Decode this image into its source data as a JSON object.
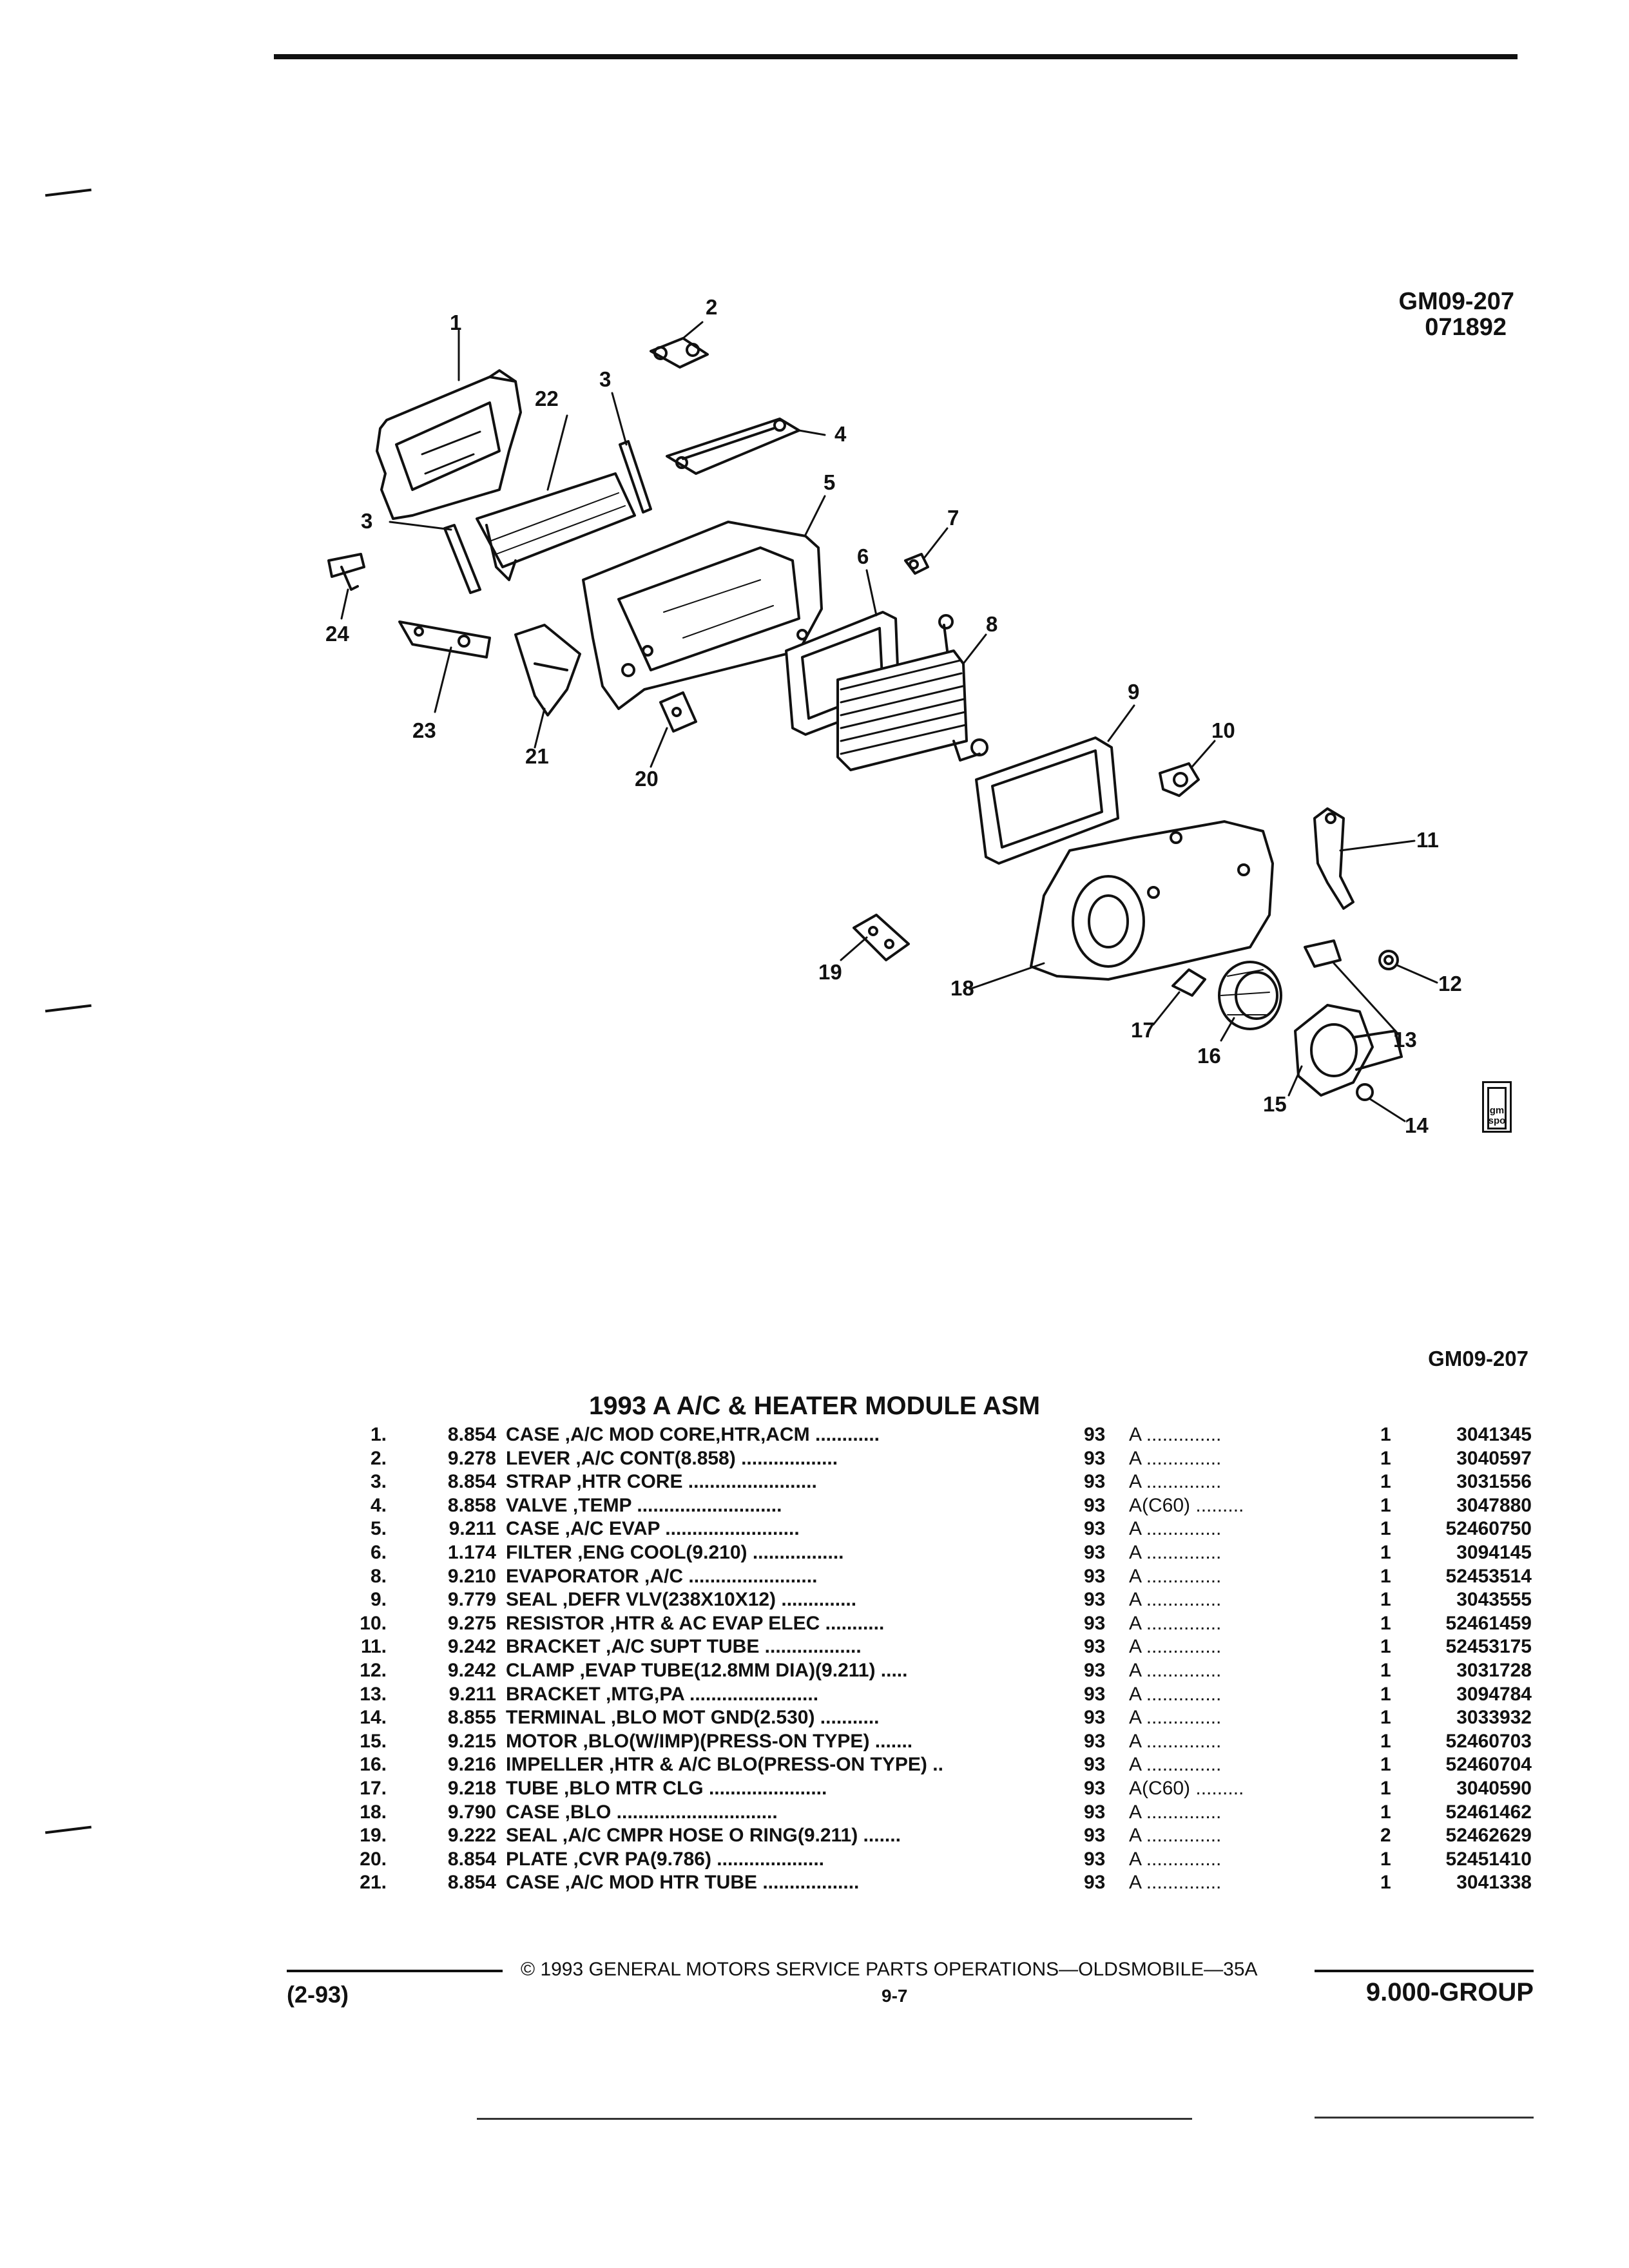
{
  "illustration": {
    "code": "GM09-207",
    "date_code": "071892",
    "callouts": [
      "1",
      "2",
      "3",
      "3",
      "4",
      "5",
      "6",
      "7",
      "8",
      "9",
      "10",
      "11",
      "12",
      "13",
      "14",
      "15",
      "16",
      "17",
      "18",
      "19",
      "20",
      "21",
      "22",
      "23",
      "24"
    ],
    "logo_text": "gm spo"
  },
  "section_code": "GM09-207",
  "table": {
    "title": "1993 A A/C & HEATER MODULE ASM",
    "rows": [
      {
        "num": "1.",
        "group": "8.854",
        "desc": "CASE ,A/C MOD CORE,HTR,ACM ............",
        "year": "93",
        "note": "A ..............",
        "qty": "1",
        "part": "3041345"
      },
      {
        "num": "2.",
        "group": "9.278",
        "desc": "LEVER ,A/C CONT(8.858) ..................",
        "year": "93",
        "note": "A ..............",
        "qty": "1",
        "part": "3040597"
      },
      {
        "num": "3.",
        "group": "8.854",
        "desc": "STRAP ,HTR CORE ........................",
        "year": "93",
        "note": "A ..............",
        "qty": "1",
        "part": "3031556"
      },
      {
        "num": "4.",
        "group": "8.858",
        "desc": "VALVE ,TEMP ...........................",
        "year": "93",
        "note": "A(C60) .........",
        "qty": "1",
        "part": "3047880"
      },
      {
        "num": "5.",
        "group": "9.211",
        "desc": "CASE ,A/C EVAP .........................",
        "year": "93",
        "note": "A ..............",
        "qty": "1",
        "part": "52460750"
      },
      {
        "num": "6.",
        "group": "1.174",
        "desc": "FILTER ,ENG COOL(9.210) .................",
        "year": "93",
        "note": "A ..............",
        "qty": "1",
        "part": "3094145"
      },
      {
        "num": "8.",
        "group": "9.210",
        "desc": "EVAPORATOR ,A/C ........................",
        "year": "93",
        "note": "A ..............",
        "qty": "1",
        "part": "52453514"
      },
      {
        "num": "9.",
        "group": "9.779",
        "desc": "SEAL ,DEFR VLV(238X10X12) ..............",
        "year": "93",
        "note": "A ..............",
        "qty": "1",
        "part": "3043555"
      },
      {
        "num": "10.",
        "group": "9.275",
        "desc": "RESISTOR ,HTR & AC EVAP ELEC ...........",
        "year": "93",
        "note": "A ..............",
        "qty": "1",
        "part": "52461459"
      },
      {
        "num": "11.",
        "group": "9.242",
        "desc": "BRACKET ,A/C SUPT TUBE ..................",
        "year": "93",
        "note": "A ..............",
        "qty": "1",
        "part": "52453175"
      },
      {
        "num": "12.",
        "group": "9.242",
        "desc": "CLAMP ,EVAP TUBE(12.8MM DIA)(9.211) .....",
        "year": "93",
        "note": "A ..............",
        "qty": "1",
        "part": "3031728"
      },
      {
        "num": "13.",
        "group": "9.211",
        "desc": "BRACKET ,MTG,PA ........................",
        "year": "93",
        "note": "A ..............",
        "qty": "1",
        "part": "3094784"
      },
      {
        "num": "14.",
        "group": "8.855",
        "desc": "TERMINAL ,BLO MOT GND(2.530) ...........",
        "year": "93",
        "note": "A ..............",
        "qty": "1",
        "part": "3033932"
      },
      {
        "num": "15.",
        "group": "9.215",
        "desc": "MOTOR ,BLO(W/IMP)(PRESS-ON TYPE) .......",
        "year": "93",
        "note": "A ..............",
        "qty": "1",
        "part": "52460703"
      },
      {
        "num": "16.",
        "group": "9.216",
        "desc": "IMPELLER ,HTR & A/C BLO(PRESS-ON TYPE) ..",
        "year": "93",
        "note": "A ..............",
        "qty": "1",
        "part": "52460704"
      },
      {
        "num": "17.",
        "group": "9.218",
        "desc": "TUBE ,BLO MTR CLG ......................",
        "year": "93",
        "note": "A(C60) .........",
        "qty": "1",
        "part": "3040590"
      },
      {
        "num": "18.",
        "group": "9.790",
        "desc": "CASE ,BLO ..............................",
        "year": "93",
        "note": "A ..............",
        "qty": "1",
        "part": "52461462"
      },
      {
        "num": "19.",
        "group": "9.222",
        "desc": "SEAL ,A/C CMPR HOSE O RING(9.211) .......",
        "year": "93",
        "note": "A ..............",
        "qty": "2",
        "part": "52462629"
      },
      {
        "num": "20.",
        "group": "8.854",
        "desc": "PLATE ,CVR PA(9.786) ....................",
        "year": "93",
        "note": "A ..............",
        "qty": "1",
        "part": "52451410"
      },
      {
        "num": "21.",
        "group": "8.854",
        "desc": "CASE ,A/C MOD HTR TUBE ..................",
        "year": "93",
        "note": "A ..............",
        "qty": "1",
        "part": "3041338"
      }
    ]
  },
  "footer": {
    "copyright": "© 1993 GENERAL MOTORS SERVICE PARTS OPERATIONS—OLDSMOBILE—35A",
    "date": "(2-93)",
    "page": "9-7",
    "group": "9.000-GROUP"
  }
}
